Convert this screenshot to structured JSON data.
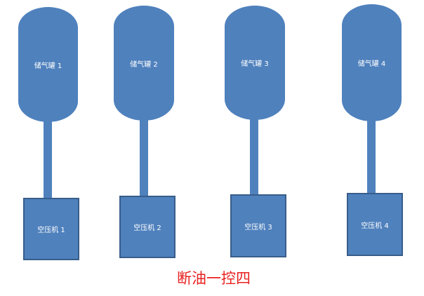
{
  "colors": {
    "fill": "#4f81bd",
    "border": "#385d8a",
    "title": "#e8201f"
  },
  "units": [
    {
      "tank_label": "储气罐 1",
      "compressor_label": "空压机 1"
    },
    {
      "tank_label": "储气罐 2",
      "compressor_label": "空压机 2"
    },
    {
      "tank_label": "储气罐 3",
      "compressor_label": "空压机 3"
    },
    {
      "tank_label": "储气罐 4",
      "compressor_label": "空压机 4"
    }
  ],
  "title": "断油一控四"
}
